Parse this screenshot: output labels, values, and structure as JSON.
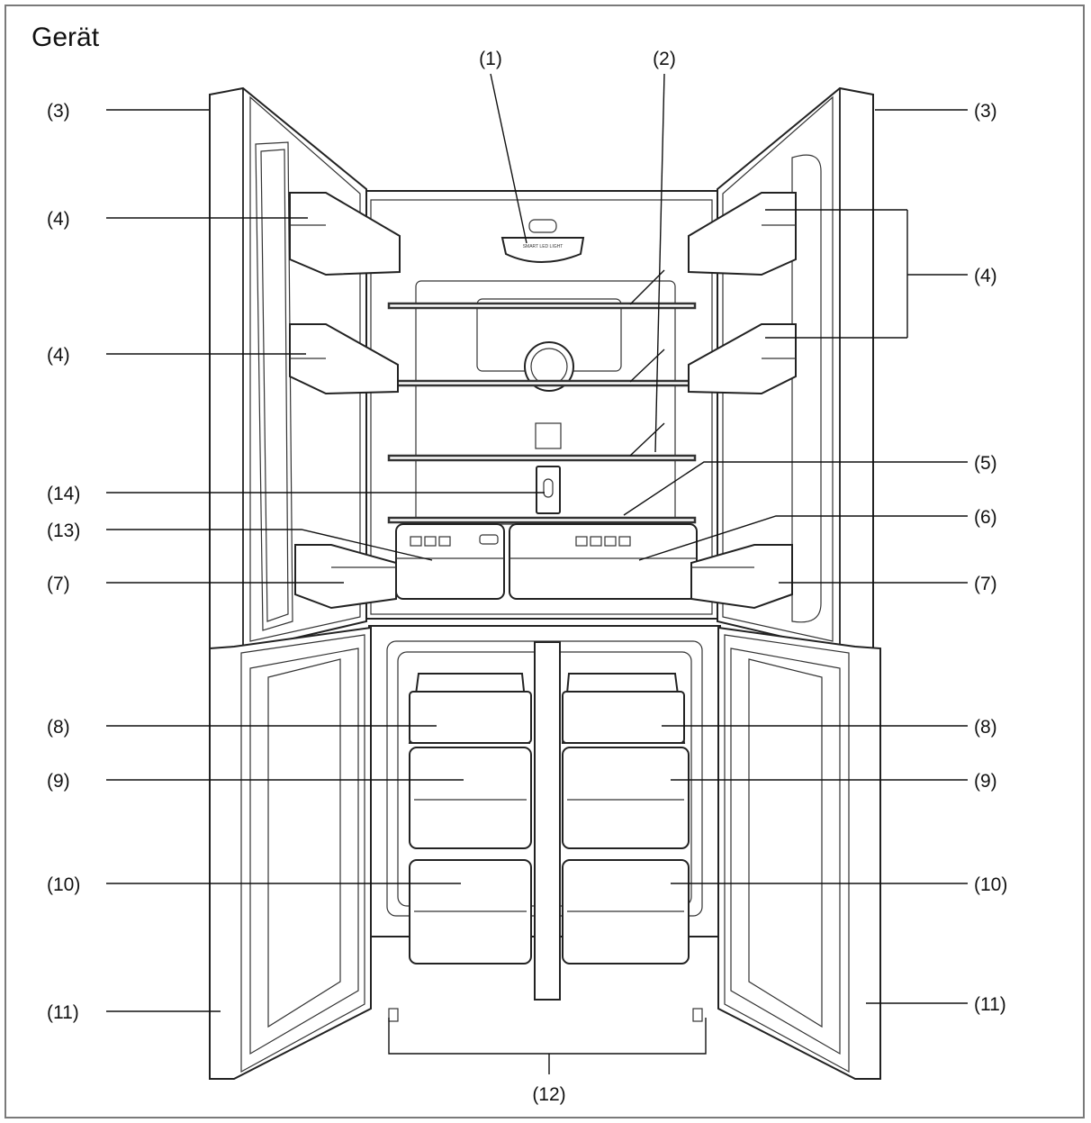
{
  "title": "Gerät",
  "callouts": {
    "c1": "(1)",
    "c2": "(2)",
    "c3_left": "(3)",
    "c3_right": "(3)",
    "c4_left_top": "(4)",
    "c4_left_mid": "(4)",
    "c4_right": "(4)",
    "c5": "(5)",
    "c6": "(6)",
    "c7_left": "(7)",
    "c7_right": "(7)",
    "c8_left": "(8)",
    "c8_right": "(8)",
    "c9_left": "(9)",
    "c9_right": "(9)",
    "c10_left": "(10)",
    "c10_right": "(10)",
    "c11_left": "(11)",
    "c11_right": "(11)",
    "c12": "(12)",
    "c13": "(13)",
    "c14": "(14)"
  },
  "light_label": "SMART LED LIGHT"
}
